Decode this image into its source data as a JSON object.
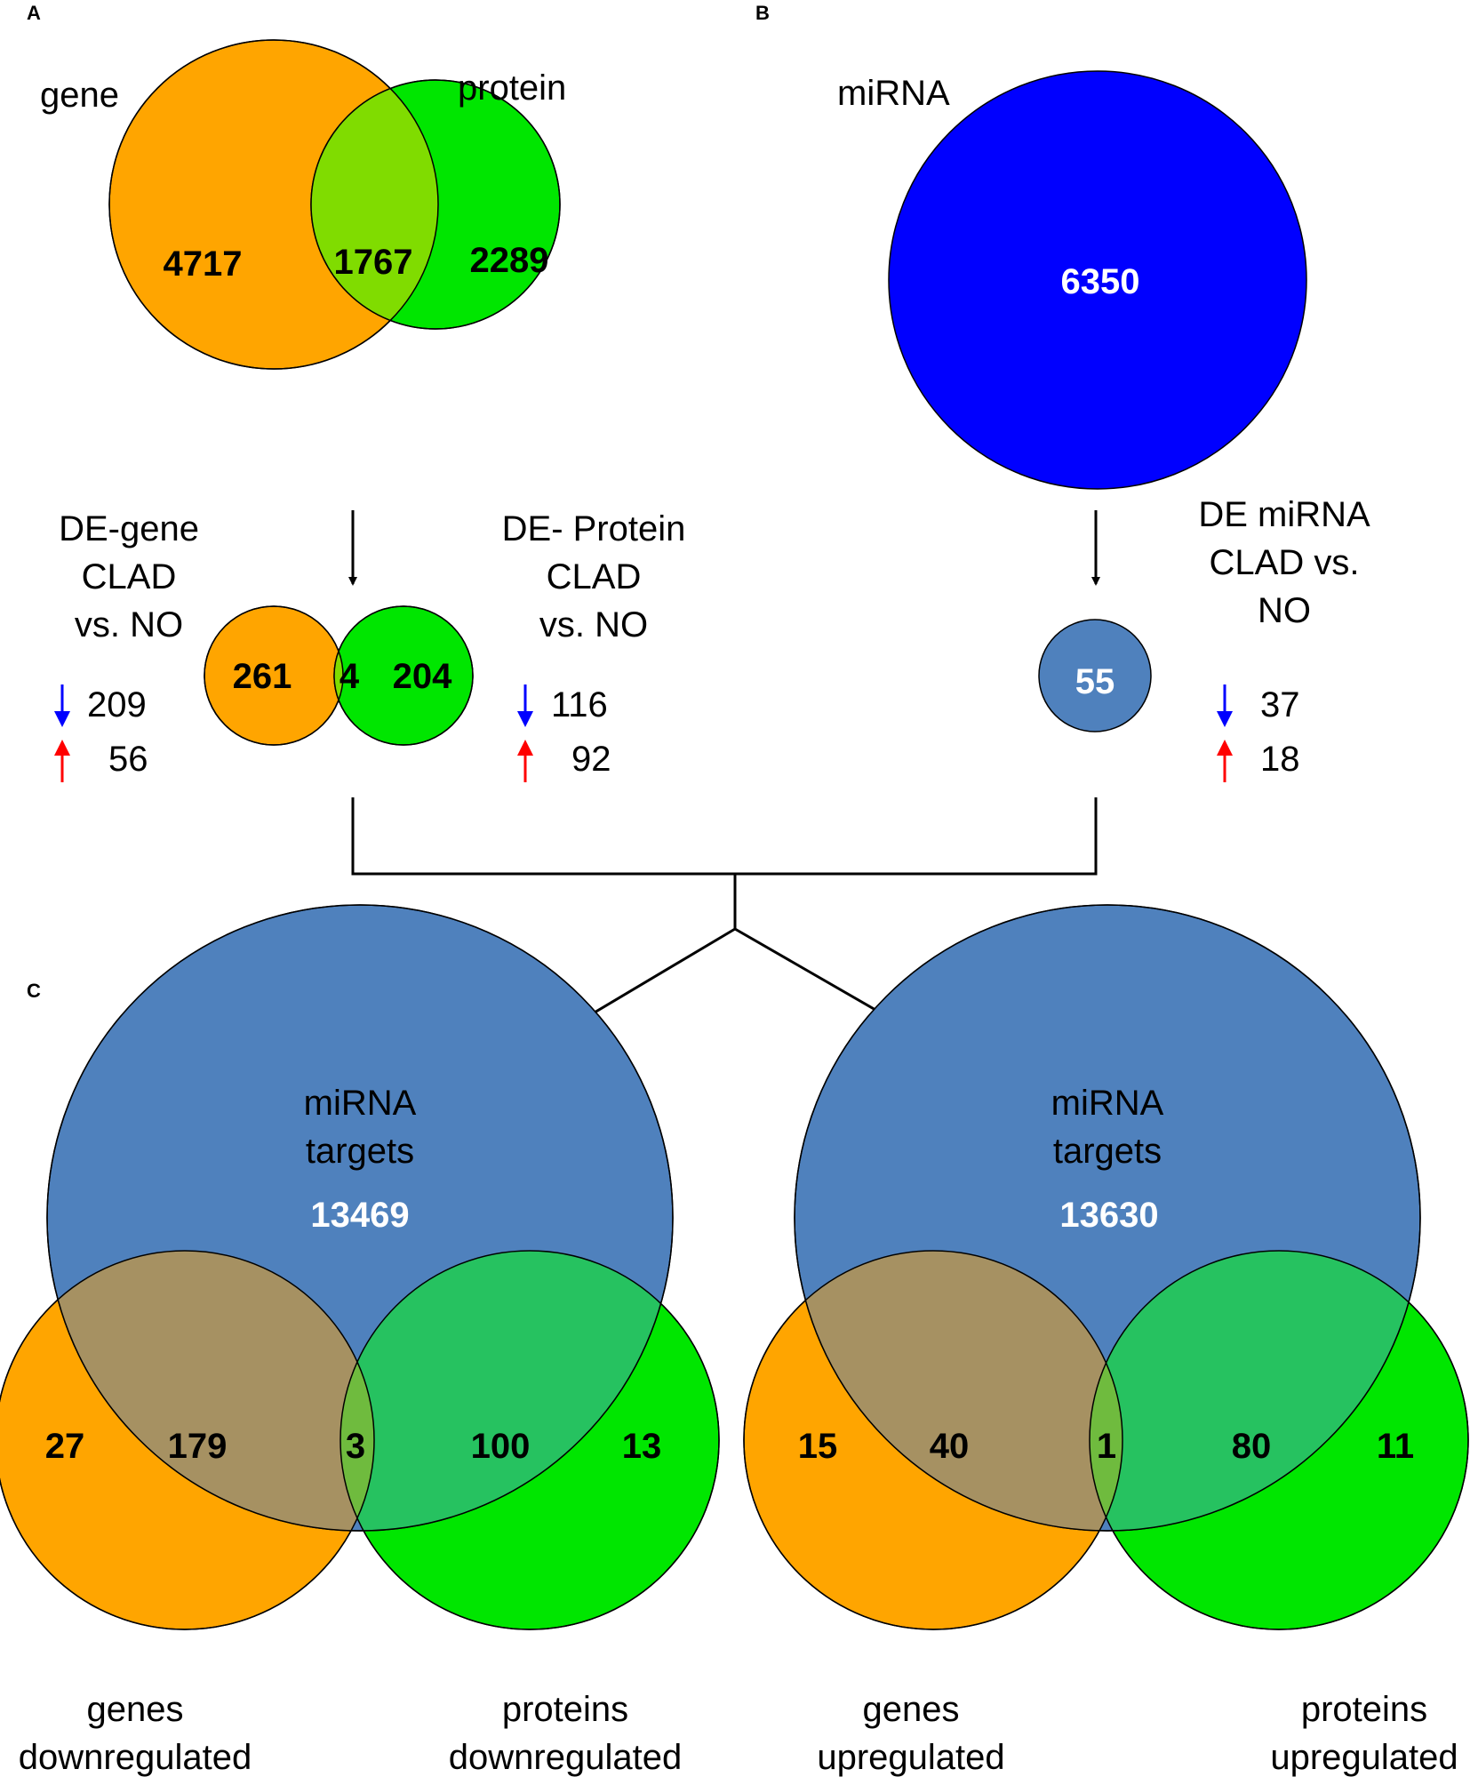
{
  "panels": {
    "a": "A",
    "b": "B",
    "c": "C"
  },
  "colors": {
    "gene": "#ffa500",
    "protein": "#00e600",
    "overlap_gene_protein": "#80dc00",
    "mirna_all": "#0000ff",
    "mirna_de": "#4f81bd",
    "targets": "#4f81bd",
    "down_arrow": "#0000ff",
    "up_arrow": "#ff0000"
  },
  "panel_a": {
    "labels": {
      "gene": "gene",
      "protein": "protein"
    },
    "venn_all": {
      "gene_only": "4717",
      "overlap": "1767",
      "protein_only": "2289"
    },
    "de_gene": {
      "label_lines": [
        "DE-gene",
        "CLAD",
        "vs. NO"
      ],
      "down": "209",
      "up": "56"
    },
    "de_protein": {
      "label_lines": [
        "DE- Protein",
        "CLAD",
        "vs. NO"
      ],
      "down": "116",
      "up": "92"
    },
    "venn_de": {
      "gene_only": "261",
      "overlap": "4",
      "protein_only": "204"
    }
  },
  "panel_b": {
    "label": "miRNA",
    "total": "6350",
    "de_label_lines": [
      "DE miRNA",
      "CLAD vs.",
      "NO"
    ],
    "de_count": "55",
    "down": "37",
    "up": "18"
  },
  "panel_c": {
    "left": {
      "targets_label_lines": [
        "miRNA",
        "targets"
      ],
      "targets_only": "13469",
      "genes_only": "27",
      "genes_targets": "179",
      "all_three": "3",
      "proteins_targets": "100",
      "proteins_only": "13",
      "genes_label_lines": [
        "genes",
        "downregulated"
      ],
      "proteins_label_lines": [
        "proteins",
        "downregulated"
      ]
    },
    "right": {
      "targets_label_lines": [
        "miRNA",
        "targets"
      ],
      "targets_only": "13630",
      "genes_only": "15",
      "genes_targets": "40",
      "all_three": "1",
      "proteins_targets": "80",
      "proteins_only": "11",
      "genes_label_lines": [
        "genes",
        "upregulated"
      ],
      "proteins_label_lines": [
        "proteins",
        "upregulated"
      ]
    }
  }
}
